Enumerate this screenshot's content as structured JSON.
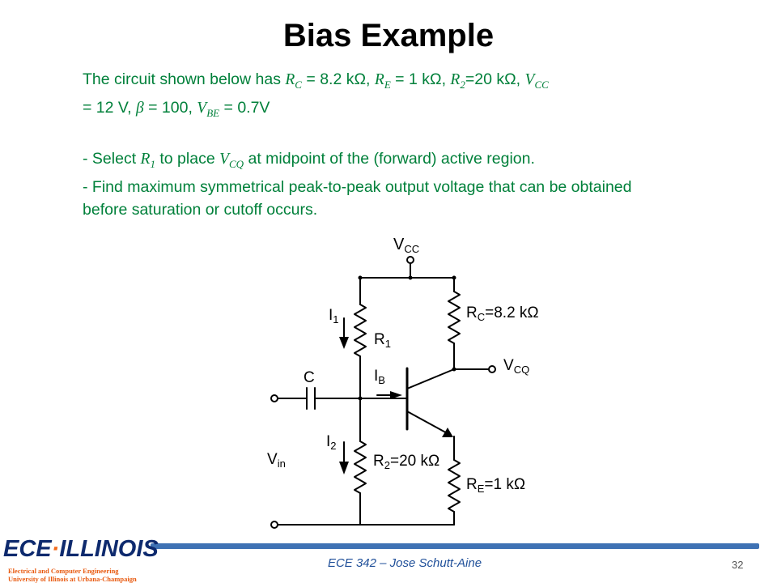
{
  "slide": {
    "title": "Bias Example",
    "line1": {
      "t1": "The circuit shown below has ",
      "rc": "R",
      "rc_sub": "C",
      "t2": " = 8.2 kΩ, ",
      "re": "R",
      "re_sub": "E",
      "t3": " = 1 kΩ, ",
      "r2": "R",
      "r2_sub": "2",
      "t4": "=20 kΩ, ",
      "vcc": "V",
      "vcc_sub": "CC"
    },
    "line2": {
      "t1": "= 12 V, ",
      "beta": "β",
      "t2": " = 100, ",
      "vbe": "V",
      "vbe_sub": "BE",
      "t3": " = 0.7V"
    },
    "bullet1": {
      "t1": "- Select ",
      "r1": "R",
      "r1_sub": "1",
      "t2": " to place ",
      "vcq": "V",
      "vcq_sub": "CQ",
      "t3": " at midpoint of the (forward) active region."
    },
    "bullet2": "- Find maximum symmetrical peak-to-peak output voltage that can be obtained before saturation or cutoff occurs."
  },
  "circuit": {
    "vcc": "V",
    "vcc_sub": "CC",
    "rc": "R",
    "rc_sub": "C",
    "rc_val": "=8.2 kΩ",
    "r1": "R",
    "r1_sub": "1",
    "i1": "I",
    "i1_sub": "1",
    "vcq": "V",
    "vcq_sub": "CQ",
    "c": "C",
    "ib": "I",
    "ib_sub": "B",
    "i2": "I",
    "i2_sub": "2",
    "r2": "R",
    "r2_sub": "2",
    "r2_val": "=20 kΩ",
    "vin": "V",
    "vin_sub": "in",
    "re": "R",
    "re_sub": "E",
    "re_val": "=1 kΩ"
  },
  "footer": {
    "logo_main_a": "ECE",
    "logo_dot": "·",
    "logo_main_b": "ILLINOIS",
    "logo_sub1": "Electrical and Computer Engineering",
    "logo_sub2": "University of Illinois at Urbana-Champaign",
    "course": "ECE 342 – Jose Schutt-Aine",
    "page": "32"
  },
  "colors": {
    "text_green": "#00803a",
    "footer_blue": "#3f72b4",
    "logo_navy": "#0e2a6e",
    "logo_orange": "#f26a1b"
  }
}
